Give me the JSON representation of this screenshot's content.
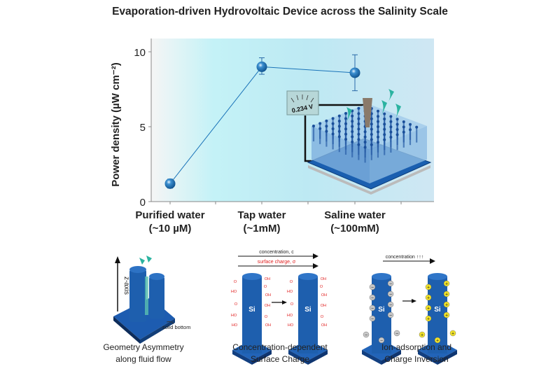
{
  "chart_data": {
    "type": "line",
    "title": "Evaporation-driven Hydrovoltaic Device across the Salinity Scale",
    "xlabel": "",
    "ylabel": "Power density (µW cm⁻²)",
    "ylim": [
      0,
      10
    ],
    "yticks": [
      "0",
      "5",
      "10"
    ],
    "categories": [
      {
        "name": "Purified water",
        "sub": "(~10 µM)"
      },
      {
        "name": "Tap water",
        "sub": "(~1mM)"
      },
      {
        "name": "Saline water",
        "sub": "(~100mM)"
      }
    ],
    "values": [
      1.2,
      9.0,
      8.6
    ],
    "error_low": [
      0.9,
      8.5,
      7.4
    ],
    "error_high": [
      1.5,
      9.6,
      9.8
    ],
    "grid": false,
    "marker_color": "#1a73b8",
    "background_gradient": [
      "#f4f4f4",
      "#b8eef5",
      "#c6e6f3"
    ]
  },
  "inset": {
    "voltmeter_reading": "0.234 V"
  },
  "panels": [
    {
      "caption_line1": "Geometry Asymmetry",
      "caption_line2": "along fluid flow",
      "axis_label": "z-axis",
      "annotation": "solid bottom"
    },
    {
      "caption_line1": "Concentration-dependent",
      "caption_line2": "Surface Charge",
      "arrow1": "concentration, c",
      "arrow2": "surface charge, σ",
      "pillar_label": "Si"
    },
    {
      "caption_line1": "Ion-adsorption and",
      "caption_line2": "Charge Inversion",
      "arrow1": "concentration ↑↑↑",
      "pillar_label": "Si"
    }
  ],
  "colors": {
    "pillar": "#1f5fb0",
    "charge_text": "#e02020",
    "positive_ion": "#f3e52a",
    "negative_ion": "#c8c8c8",
    "water_flow": "#2bb3a0"
  }
}
